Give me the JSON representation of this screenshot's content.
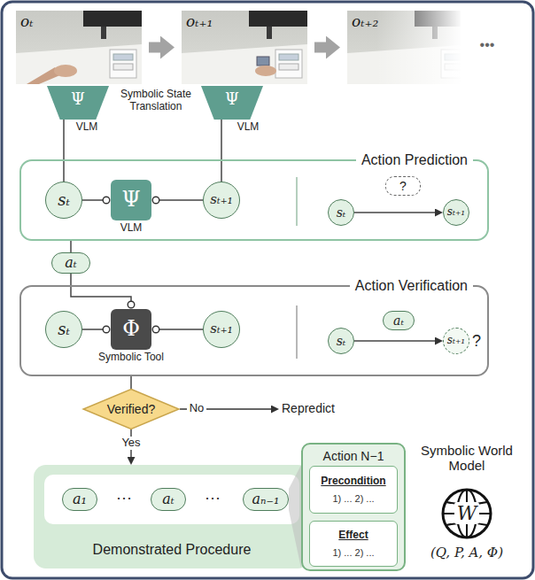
{
  "diagram": {
    "nodes": [
      {
        "text": [
          "oₜ"
        ]
      },
      {
        "text": [
          "oₜ₊₁"
        ]
      },
      {
        "text": [
          "oₜ₊₂"
        ]
      },
      {
        "text": [
          "Ψ",
          "VLM"
        ]
      },
      {
        "text": [
          "Ψ",
          "VLM"
        ]
      },
      {
        "text": [
          "Action Prediction"
        ]
      },
      {
        "text": [
          "sₜ"
        ],
        "in": 5
      },
      {
        "text": [
          "Ψ",
          "VLM"
        ],
        "in": 5
      },
      {
        "text": [
          "sₜ₊₁"
        ],
        "in": 5
      },
      {
        "text": [
          "sₜ"
        ],
        "in": 5
      },
      {
        "text": [
          "?"
        ],
        "in": 5
      },
      {
        "text": [
          "sₜ₊₁"
        ],
        "in": 5
      },
      {
        "text": [
          "aₜ"
        ]
      },
      {
        "text": [
          "Action Verification"
        ]
      },
      {
        "text": [
          "sₜ"
        ],
        "in": 13
      },
      {
        "text": [
          "Φ",
          "Symbolic Tool"
        ],
        "in": 13
      },
      {
        "text": [
          "sₜ₊₁"
        ],
        "in": 13
      },
      {
        "text": [
          "sₜ"
        ],
        "in": 13
      },
      {
        "text": [
          "aₜ"
        ],
        "in": 13
      },
      {
        "text": [
          "sₜ₊₁",
          "?"
        ],
        "in": 13
      },
      {
        "text": [
          "Verified?"
        ]
      },
      {
        "text": [
          "Demonstrated Procedure"
        ]
      },
      {
        "text": [
          "a₁"
        ],
        "in": 21
      },
      {
        "text": [
          "aₜ"
        ],
        "in": 21
      },
      {
        "text": [
          "aₙ₋₁"
        ],
        "in": 21
      },
      {
        "text": [
          "Action N−1"
        ]
      },
      {
        "text": [
          "Precondition",
          "1) ... 2) ..."
        ],
        "in": 25
      },
      {
        "text": [
          "Effect",
          "1) ... 2) ..."
        ],
        "in": 25
      }
    ],
    "edges": [
      {
        "from": 0,
        "to": 1,
        "arrow": "to"
      },
      {
        "from": 1,
        "to": 2,
        "arrow": "to"
      },
      {
        "from": 3,
        "to": 6,
        "arrow": "none"
      },
      {
        "from": 4,
        "to": 8,
        "arrow": "none"
      },
      {
        "from": 6,
        "to": 7,
        "arrow": "to"
      },
      {
        "from": 8,
        "to": 7,
        "arrow": "to"
      },
      {
        "from": 9,
        "to": 11,
        "arrow": "to"
      },
      {
        "from": 5,
        "to": 12,
        "arrow": "none"
      },
      {
        "from": 12,
        "to": 15,
        "arrow": "to"
      },
      {
        "from": 14,
        "to": 15,
        "arrow": "to"
      },
      {
        "from": 16,
        "to": 15,
        "arrow": "to"
      },
      {
        "from": 17,
        "to": 19,
        "arrow": "to"
      },
      {
        "from": 13,
        "to": 20,
        "arrow": "none"
      },
      {
        "from": 20,
        "to": 21,
        "label": "Yes",
        "arrow": "to"
      }
    ],
    "labels": [
      "Symbolic State Translation",
      "•••",
      "No",
      "Repredict",
      "···",
      "···",
      "Symbolic World Model",
      "W",
      "(Q, P, A, Φ)"
    ]
  }
}
